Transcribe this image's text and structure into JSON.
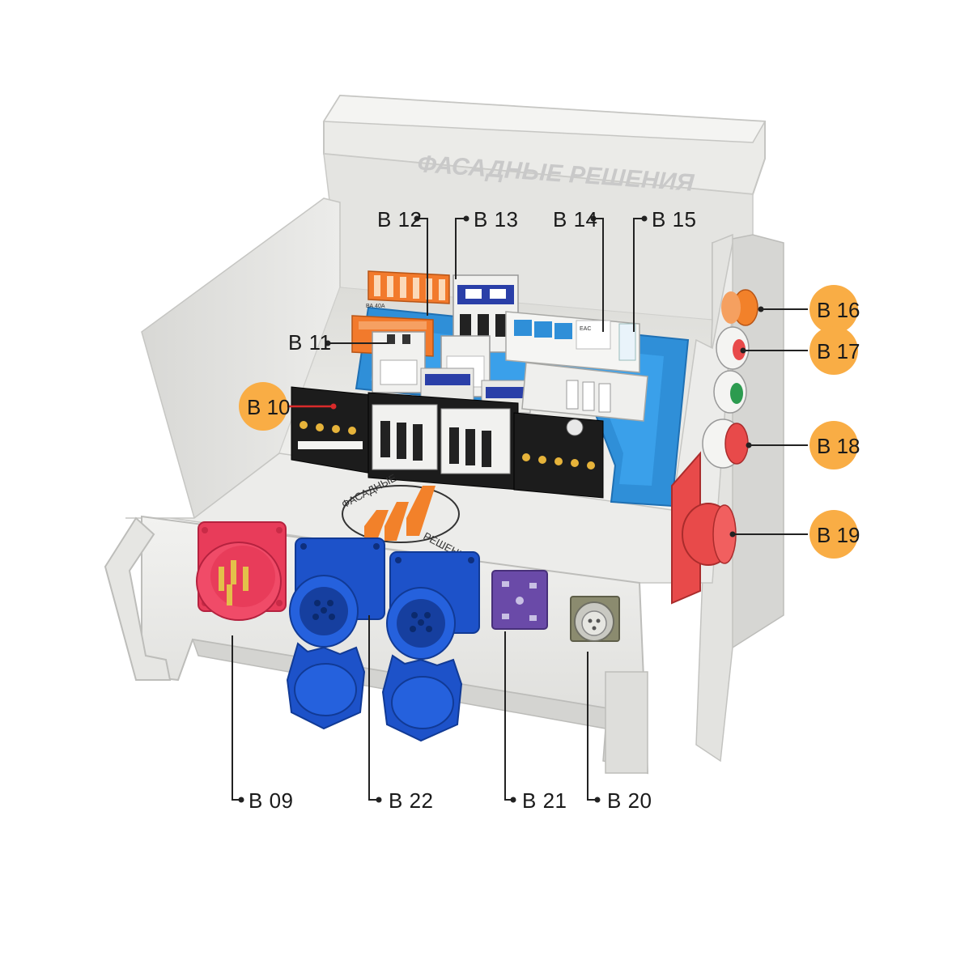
{
  "brand": "ФАСАДНЫЕ РЕШЕНИЯ",
  "logo": {
    "text_top": "ФАСАДНЫЕ",
    "text_bottom": "РЕШЕНИЯ"
  },
  "callouts": {
    "b09": "B 09",
    "b10": "B 10",
    "b11": "B 11",
    "b12": "B 12",
    "b13": "B 13",
    "b14": "B 14",
    "b15": "B 15",
    "b16": "B 16",
    "b17": "B 17",
    "b18": "B 18",
    "b19": "B 19",
    "b20": "B 20",
    "b21": "B 21",
    "b22": "B 22"
  },
  "colors": {
    "badge": "#f9ad45",
    "enclosure": "#e9e9e6",
    "din_rail": "#2f8fd8",
    "socket_blue": "#1d52c9",
    "plug_red": "#e83c5a",
    "terminal_orange": "#f27a2c",
    "button_red": "#e84a4a",
    "button_green": "#2c9b4f",
    "button_orange": "#f2812a",
    "socket_purple": "#6a4aa8"
  },
  "icons": [
    "red-power-plug",
    "blue-socket",
    "purple-socket",
    "military-connector",
    "push-buttons"
  ]
}
